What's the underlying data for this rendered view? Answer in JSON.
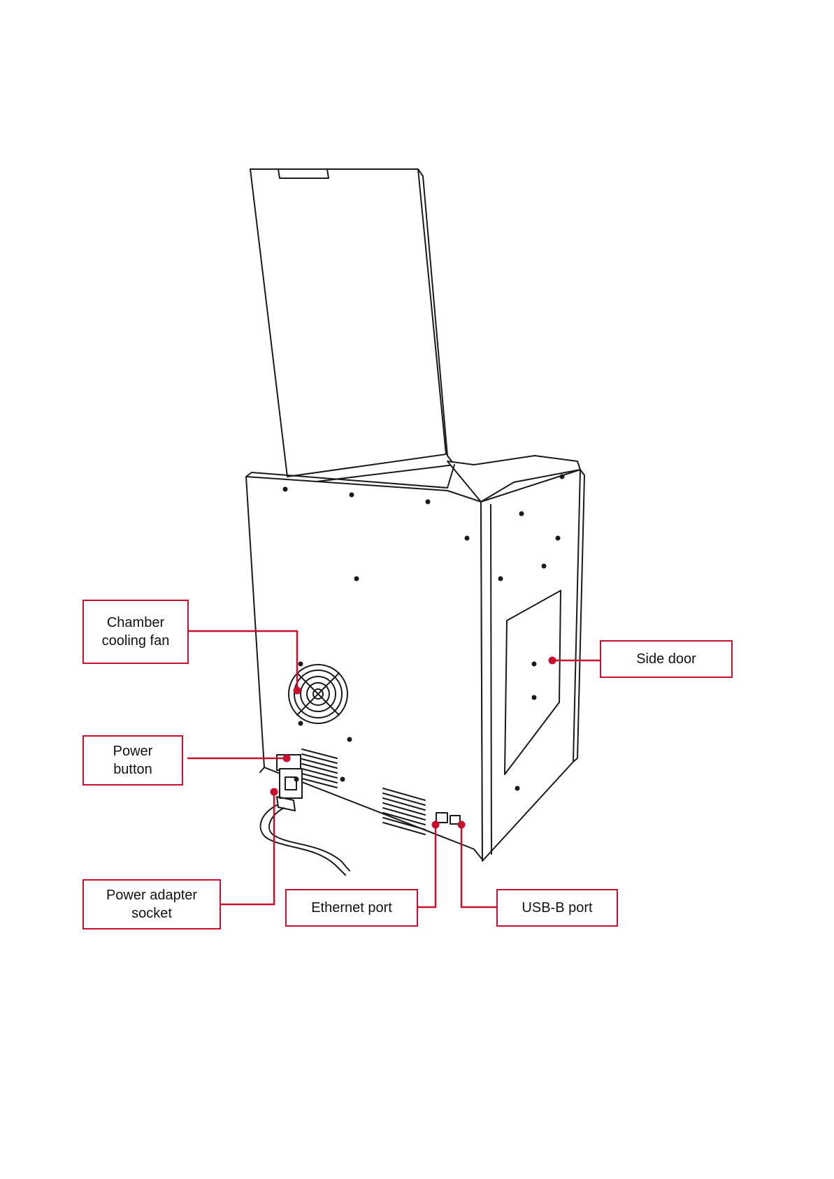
{
  "accent_color": "#c8102e",
  "callouts": {
    "chamber_fan": {
      "line1": "Chamber",
      "line2": "cooling fan"
    },
    "power_button": {
      "line1": "Power",
      "line2": "button"
    },
    "power_socket": {
      "line1": "Power adapter",
      "line2": "socket"
    },
    "ethernet": {
      "label": "Ethernet port"
    },
    "usb": {
      "label": "USB-B port"
    },
    "side_door": {
      "label": "Side door"
    }
  }
}
